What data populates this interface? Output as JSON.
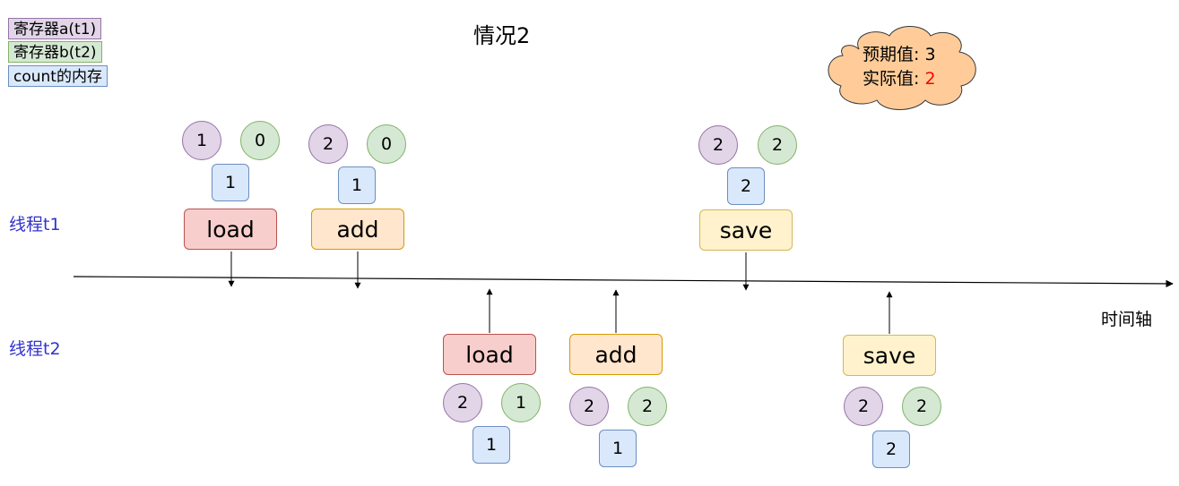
{
  "title": "情况2",
  "legend": [
    {
      "label": "寄存器a(t1)",
      "fill": "#e1d5e7",
      "stroke": "#9673a6"
    },
    {
      "label": "寄存器b(t2)",
      "fill": "#d5e8d4",
      "stroke": "#82b366"
    },
    {
      "label": "count的内存",
      "fill": "#dae8fc",
      "stroke": "#6c8ebf"
    }
  ],
  "threads": {
    "t1": "线程t1",
    "t2": "线程t2"
  },
  "axis_label": "时间轴",
  "result": {
    "expected_label": "预期值: ",
    "expected_value": "3",
    "actual_label": "实际值: ",
    "actual_value": "2",
    "actual_value_color": "#ff0000"
  },
  "colors": {
    "load_fill": "#f8cecc",
    "load_stroke": "#b85450",
    "op_fill": "#ffe6cc",
    "op_stroke": "#d79b00",
    "save_fill": "#fff2cc",
    "save_stroke": "#d6b656",
    "cloud_fill": "#ffcc99",
    "cloud_stroke": "#36393d"
  },
  "steps": [
    {
      "thread": "t1",
      "op": "load",
      "reg_a": "1",
      "reg_b": "0",
      "mem": "1"
    },
    {
      "thread": "t1",
      "op": "add",
      "reg_a": "2",
      "reg_b": "0",
      "mem": "1"
    },
    {
      "thread": "t2",
      "op": "load",
      "reg_a": "2",
      "reg_b": "1",
      "mem": "1"
    },
    {
      "thread": "t2",
      "op": "add",
      "reg_a": "2",
      "reg_b": "2",
      "mem": "1"
    },
    {
      "thread": "t1",
      "op": "save",
      "reg_a": "2",
      "reg_b": "2",
      "mem": "2"
    },
    {
      "thread": "t2",
      "op": "save",
      "reg_a": "2",
      "reg_b": "2",
      "mem": "2"
    }
  ]
}
